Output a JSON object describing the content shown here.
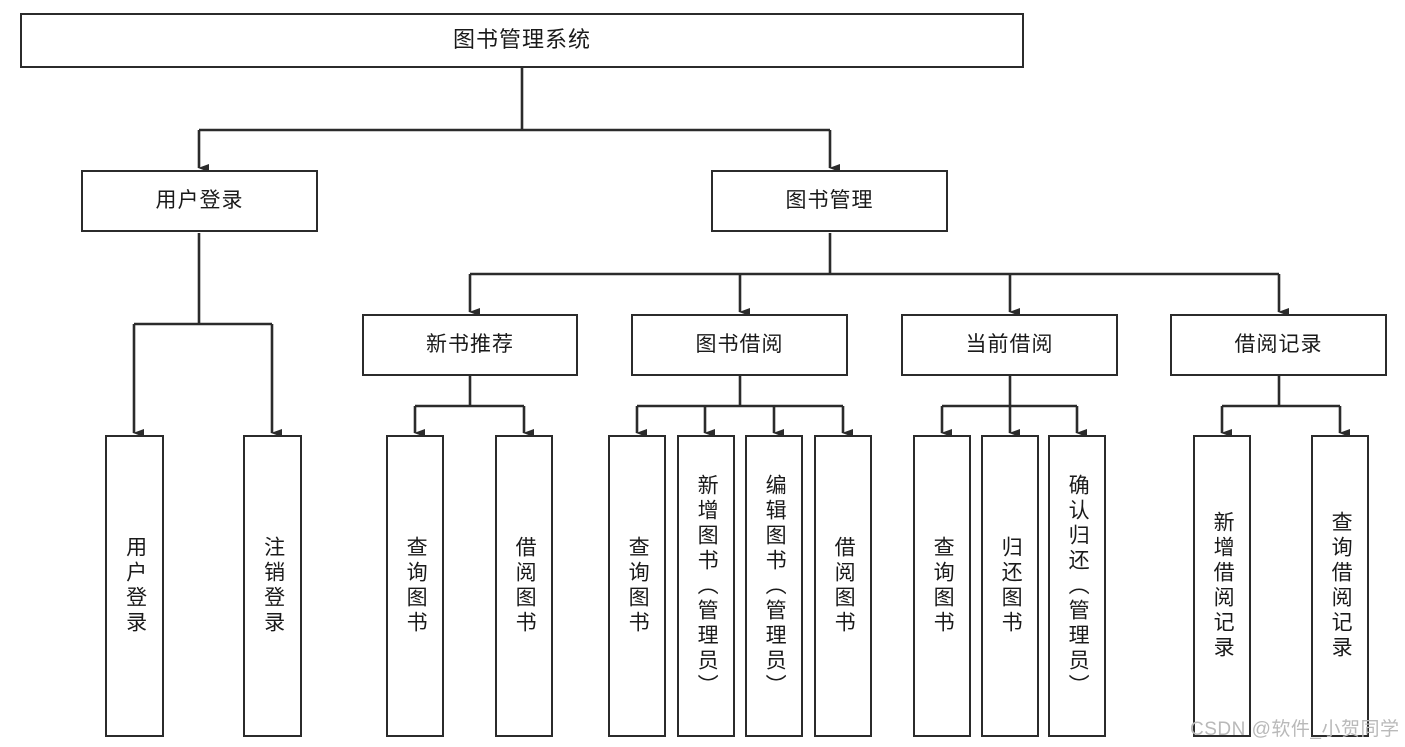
{
  "diagram": {
    "title": "图书管理系统",
    "type": "tree-hierarchy",
    "watermark": "CSDN @软件_小贺同学",
    "colors": {
      "stroke": "#2b2b2b",
      "fill": "#ffffff",
      "text": "#1a1a1a",
      "watermark": "#b9b9b9"
    },
    "levels": {
      "root": {
        "label": "图书管理系统"
      },
      "level2": [
        {
          "label": "用户登录"
        },
        {
          "label": "图书管理"
        }
      ],
      "level3": [
        {
          "label": "新书推荐"
        },
        {
          "label": "图书借阅"
        },
        {
          "label": "当前借阅"
        },
        {
          "label": "借阅记录"
        }
      ],
      "leaves": [
        {
          "label": "用户登录"
        },
        {
          "label": "注销登录"
        },
        {
          "label": "查询图书"
        },
        {
          "label": "借阅图书"
        },
        {
          "label": "查询图书"
        },
        {
          "label": "新增图书（管理员）"
        },
        {
          "label": "编辑图书（管理员）"
        },
        {
          "label": "借阅图书"
        },
        {
          "label": "查询图书"
        },
        {
          "label": "归还图书"
        },
        {
          "label": "确认归还（管理员）"
        },
        {
          "label": "新增借阅记录"
        },
        {
          "label": "查询借阅记录"
        }
      ]
    },
    "edges": [
      {
        "from": "图书管理系统",
        "to": "用户登录"
      },
      {
        "from": "图书管理系统",
        "to": "图书管理"
      },
      {
        "from": "用户登录",
        "to": "用户登录"
      },
      {
        "from": "用户登录",
        "to": "注销登录"
      },
      {
        "from": "图书管理",
        "to": "新书推荐"
      },
      {
        "from": "图书管理",
        "to": "图书借阅"
      },
      {
        "from": "图书管理",
        "to": "当前借阅"
      },
      {
        "from": "图书管理",
        "to": "借阅记录"
      },
      {
        "from": "新书推荐",
        "to": "查询图书"
      },
      {
        "from": "新书推荐",
        "to": "借阅图书"
      },
      {
        "from": "图书借阅",
        "to": "查询图书"
      },
      {
        "from": "图书借阅",
        "to": "新增图书（管理员）"
      },
      {
        "from": "图书借阅",
        "to": "编辑图书（管理员）"
      },
      {
        "from": "图书借阅",
        "to": "借阅图书"
      },
      {
        "from": "当前借阅",
        "to": "查询图书"
      },
      {
        "from": "当前借阅",
        "to": "归还图书"
      },
      {
        "from": "当前借阅",
        "to": "确认归还（管理员）"
      },
      {
        "from": "借阅记录",
        "to": "新增借阅记录"
      },
      {
        "from": "借阅记录",
        "to": "查询借阅记录"
      }
    ]
  }
}
